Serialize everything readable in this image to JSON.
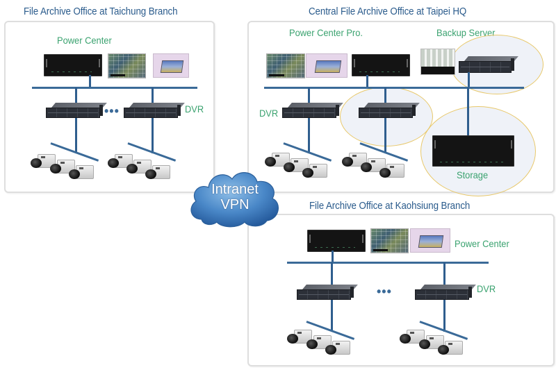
{
  "diagram": {
    "type": "network-topology",
    "sections": [
      {
        "id": "taichung",
        "title": "File Archive Office at Taichung Branch",
        "labels": {
          "power_center": "Power Center",
          "dvr": "DVR"
        },
        "dvr_count_shown": 2,
        "cameras_per_dvr": 3,
        "ellipsis": "•••"
      },
      {
        "id": "taipei",
        "title": "Central File Archive Office at Taipei HQ",
        "labels": {
          "power_center": "Power Center Pro.",
          "backup_server": "Backup Server",
          "dvr": "DVR",
          "storage": "Storage"
        },
        "dvr_count_shown": 2,
        "cameras_per_dvr": 3,
        "highlighted": [
          "Backup Server",
          "DVR (second)",
          "Storage"
        ]
      },
      {
        "id": "kaohsiung",
        "title": "File Archive Office at Kaohsiung Branch",
        "labels": {
          "power_center": "Power Center",
          "dvr": "DVR"
        },
        "dvr_count_shown": 2,
        "cameras_per_dvr": 3,
        "ellipsis": "•••"
      }
    ],
    "network": {
      "line1": "Intranet",
      "line2": "VPN"
    },
    "colors": {
      "title": "#2a5b8c",
      "label": "#3aa26f",
      "line": "#3a6a98",
      "highlight": "#e8c86a",
      "cloud": "#4a88c8"
    }
  }
}
